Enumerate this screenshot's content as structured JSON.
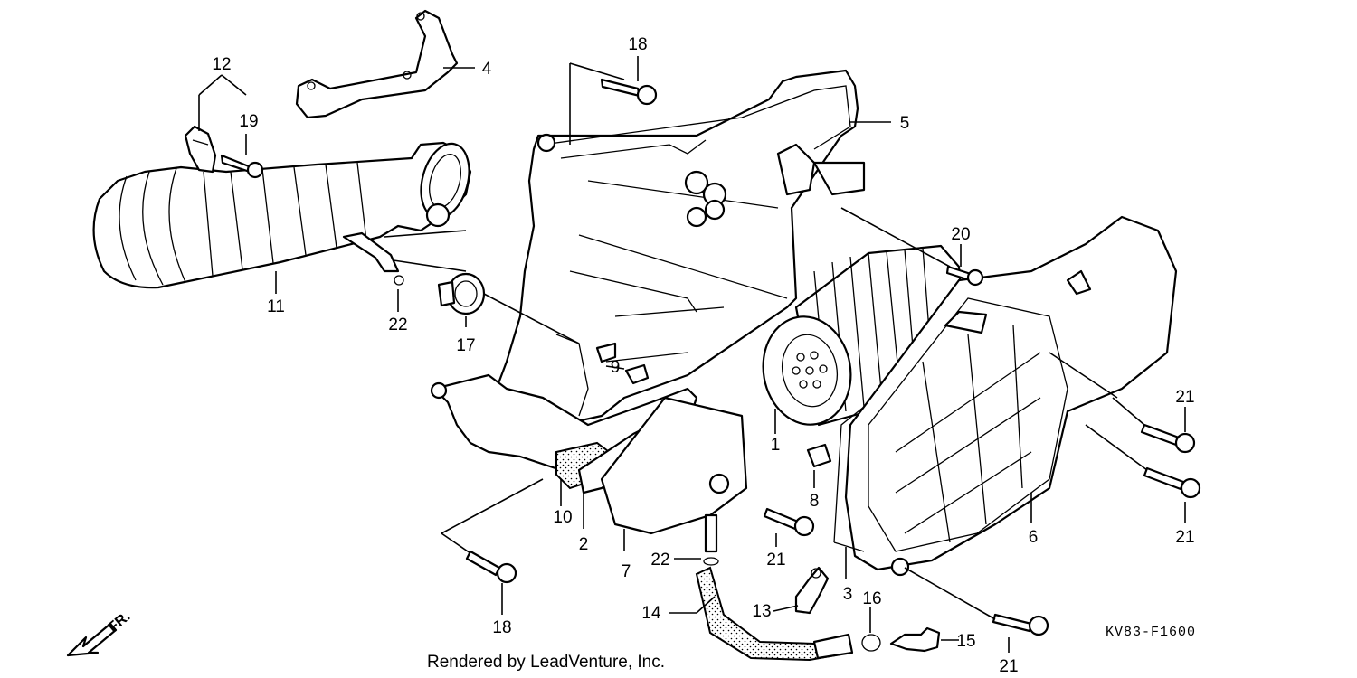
{
  "diagram": {
    "code": "KV83-F1600",
    "credit": "Rendered by LeadVenture, Inc.",
    "direction_label": "FR.",
    "callouts": [
      {
        "id": "c18a",
        "label": "18"
      },
      {
        "id": "c12",
        "label": "12"
      },
      {
        "id": "c19",
        "label": "19"
      },
      {
        "id": "c4",
        "label": "4"
      },
      {
        "id": "c5",
        "label": "5"
      },
      {
        "id": "c20",
        "label": "20"
      },
      {
        "id": "c11",
        "label": "11"
      },
      {
        "id": "c22a",
        "label": "22"
      },
      {
        "id": "c17",
        "label": "17"
      },
      {
        "id": "c9",
        "label": "9"
      },
      {
        "id": "c1",
        "label": "1"
      },
      {
        "id": "c21a",
        "label": "21"
      },
      {
        "id": "c8",
        "label": "8"
      },
      {
        "id": "c21b",
        "label": "21"
      },
      {
        "id": "c6",
        "label": "6"
      },
      {
        "id": "c21c",
        "label": "21"
      },
      {
        "id": "c10",
        "label": "10"
      },
      {
        "id": "c2",
        "label": "2"
      },
      {
        "id": "c7",
        "label": "7"
      },
      {
        "id": "c22b",
        "label": "22"
      },
      {
        "id": "c21d",
        "label": "21"
      },
      {
        "id": "c3",
        "label": "3"
      },
      {
        "id": "c16",
        "label": "16"
      },
      {
        "id": "c18b",
        "label": "18"
      },
      {
        "id": "c14",
        "label": "14"
      },
      {
        "id": "c13",
        "label": "13"
      },
      {
        "id": "c15",
        "label": "15"
      },
      {
        "id": "c21e",
        "label": "21"
      }
    ]
  }
}
